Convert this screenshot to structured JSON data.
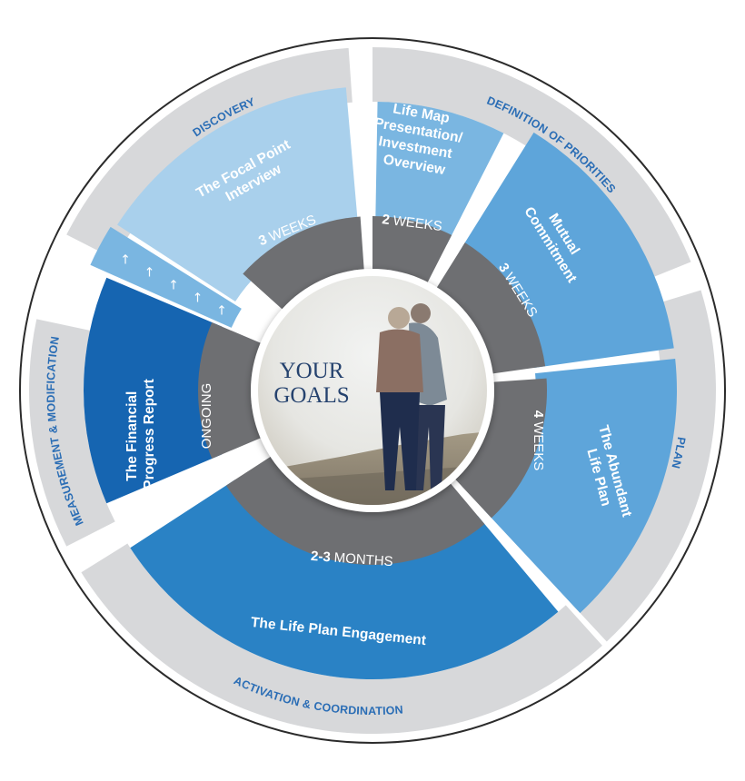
{
  "center": {
    "line1": "YOUR",
    "line2": "GOALS"
  },
  "phases": {
    "discovery": "DISCOVERY",
    "definition": "DEFINITION OF PRIORITIES",
    "plan": "PLAN",
    "activation": "ACTIVATION & COORDINATION",
    "measurement": "MEASUREMENT & MODIFICATION"
  },
  "steps": {
    "focal_point": [
      "The Focal Point",
      "Interview"
    ],
    "life_map": [
      "Life Map",
      "Presentation/",
      "Investment",
      "Overview"
    ],
    "mutual": [
      "Mutual",
      "Commitment"
    ],
    "abundant": [
      "The Abundant",
      "Life Plan"
    ],
    "engagement": [
      "The Life Plan Engagement"
    ],
    "financial": [
      "The Financial",
      "Progress Report"
    ]
  },
  "durations": {
    "focal_point": {
      "num": "3",
      "unit": "WEEKS"
    },
    "life_map": {
      "num": "2",
      "unit": "WEEKS"
    },
    "mutual": {
      "num": "3",
      "unit": "WEEKS"
    },
    "abundant": {
      "num": "4",
      "unit": "WEEKS"
    },
    "engagement": {
      "num": "2-3",
      "unit": "MONTHS"
    },
    "financial": {
      "num": "",
      "unit": "ONGOING"
    }
  },
  "colors": {
    "outer_ring": "#d7d8da",
    "duration_ring": "#6e6f72",
    "step_lightest": "#a9d0ec",
    "step_light": "#7ab6e1",
    "step_mid": "#5ea5da",
    "step_main": "#2a82c5",
    "step_dark": "#1665b1",
    "phase_text": "#2a6db5",
    "center_text": "#25426e"
  },
  "arrow_band": {
    "icon": "arrow-up-icon",
    "count": 5
  }
}
